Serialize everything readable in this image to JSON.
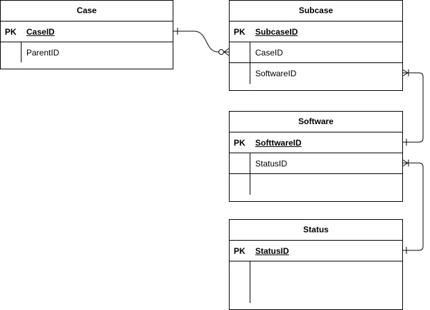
{
  "entities": {
    "case": {
      "title": "Case",
      "rows": [
        {
          "key": "PK",
          "name": "CaseID"
        },
        {
          "key": "",
          "name": "ParentID"
        }
      ]
    },
    "subcase": {
      "title": "Subcase",
      "rows": [
        {
          "key": "PK",
          "name": "SubcaseID"
        },
        {
          "key": "",
          "name": "CaseID"
        },
        {
          "key": "",
          "name": "SoftwareID"
        }
      ]
    },
    "software": {
      "title": "Software",
      "rows": [
        {
          "key": "PK",
          "name": "SofttwareID"
        },
        {
          "key": "",
          "name": "StatusID"
        },
        {
          "key": "",
          "name": ""
        }
      ]
    },
    "status": {
      "title": "Status",
      "rows": [
        {
          "key": "PK",
          "name": "StatusID"
        },
        {
          "key": "",
          "name": ""
        }
      ]
    }
  },
  "relationships": [
    {
      "from": "Case.CaseID",
      "to": "Subcase.CaseID",
      "from_end": "one",
      "to_end": "zero-or-many"
    },
    {
      "from": "Software.SofttwareID",
      "to": "Subcase.SoftwareID",
      "from_end": "one",
      "to_end": "one-or-many"
    },
    {
      "from": "Status.StatusID",
      "to": "Software.StatusID",
      "from_end": "one",
      "to_end": "one-or-many"
    }
  ]
}
